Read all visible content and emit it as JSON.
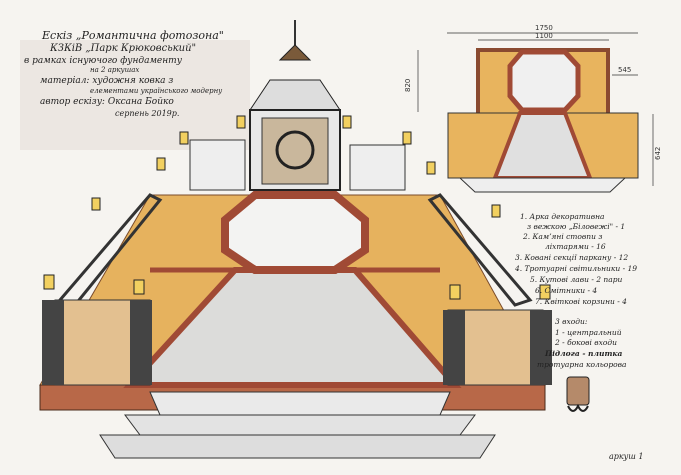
{
  "title_block": {
    "line1": "Ескіз „Романтична фотозона\"",
    "line2": "КЗКіВ „Парк Крюковський\"",
    "line3": "в рамках існуючого фундаменту",
    "line4": "на 2 аркушах",
    "material_label": "матеріал:",
    "material_value": "художня ковка з",
    "material_value2": "елементами українського модерну",
    "author_label": "автор ескізу:",
    "author_value": "Оксана Бойко",
    "date": "серпень 2019р."
  },
  "plan_dimensions": {
    "total_width": "1750",
    "inner_width": "1100",
    "side_width": "545",
    "upper_depth": "820",
    "lower_depth": "642"
  },
  "legend": {
    "items": [
      {
        "text": "1. Арка декоративна",
        "text2": "з вежкою „Біловежі\"",
        "count": "- 1"
      },
      {
        "text": "2. Камʼяні стовпи з",
        "text2": "ліхтарями",
        "count": "- 16"
      },
      {
        "text": "3. Ковані секції паркану",
        "count": "- 12"
      },
      {
        "text": "4. Тротуарні світильники",
        "count": "- 19"
      },
      {
        "text": "5. Кутові лави",
        "count": "- 2 пари"
      },
      {
        "text": "6. Смітники",
        "count": "- 4"
      },
      {
        "text": "7. Квіткові корзини",
        "count": "- 4"
      }
    ],
    "entrances_title": "3 входи:",
    "entrance1": "1 - центральний",
    "entrance2": "2 - бокові входи",
    "floor_title": "Підлога - плитка",
    "floor_value": "тротуарна кольорова"
  },
  "sheet_label": "аркуш 1",
  "colors": {
    "paper": "#f6f4f0",
    "tile_ochre": "#e6b25e",
    "border_brick": "#b0503a",
    "path_gray": "#d8d8d6",
    "ink": "#222222"
  }
}
